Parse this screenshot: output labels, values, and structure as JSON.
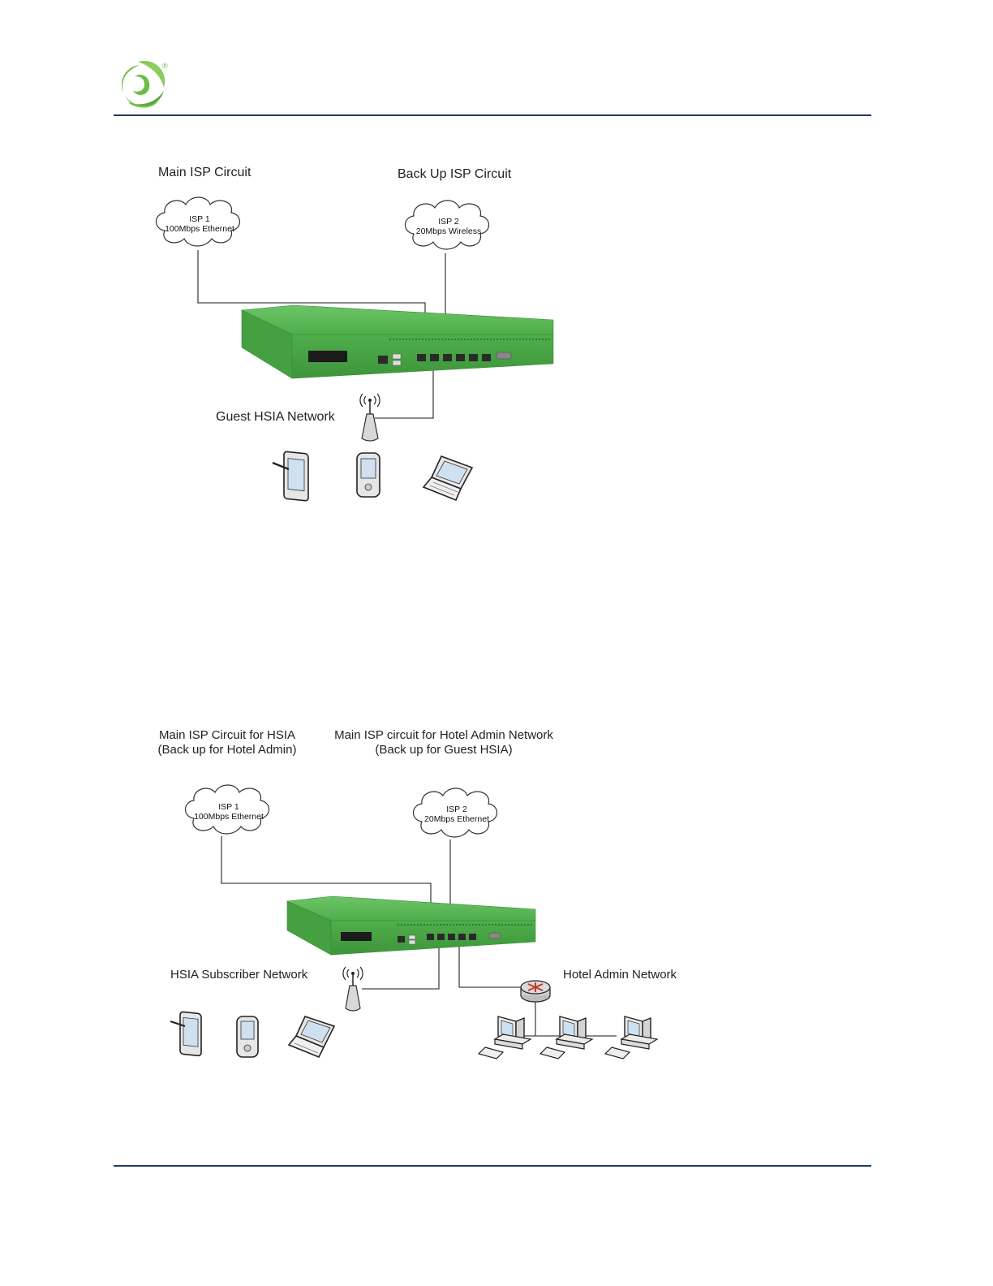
{
  "diagram1": {
    "main_isp_label": "Main ISP Circuit",
    "backup_isp_label": "Back Up ISP Circuit",
    "isp1": {
      "name": "ISP 1",
      "desc": "100Mbps Ethernet"
    },
    "isp2": {
      "name": "ISP 2",
      "desc": "20Mbps Wireless"
    },
    "network_label": "Guest HSIA Network"
  },
  "diagram2": {
    "main_hsia_line1": "Main ISP Circuit for HSIA",
    "main_hsia_line2": "(Back up for Hotel Admin)",
    "main_admin_line1": "Main ISP circuit for Hotel Admin Network",
    "main_admin_line2": "(Back up for Guest HSIA)",
    "isp1": {
      "name": "ISP 1",
      "desc": "100Mbps Ethernet"
    },
    "isp2": {
      "name": "ISP 2",
      "desc": "20Mbps Ethernet"
    },
    "subscriber_label": "HSIA Subscriber Network",
    "admin_label": "Hotel Admin Network"
  },
  "colors": {
    "rule": "#1f3a5f",
    "device_green": "#4fae4a",
    "logo_green": "#6cbd45"
  },
  "icons": [
    "brand-logo",
    "cloud-icon",
    "gateway-device",
    "wireless-ap-icon",
    "tablet-icon",
    "pda-icon",
    "laptop-icon",
    "router-icon",
    "desktop-pc-icon"
  ]
}
